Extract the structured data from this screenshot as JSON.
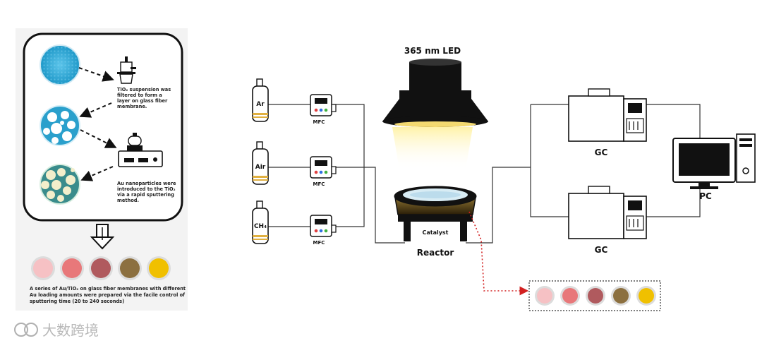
{
  "left_panel": {
    "step1_lines": [
      "TiO₂ suspension was",
      "filtered to form a",
      "layer on glass fiber",
      "membrane."
    ],
    "step2_lines": [
      "Au nanoparticles were",
      "introduced to the TiO₂",
      "via a rapid sputtering",
      "method."
    ],
    "caption_lines": [
      "A series of Au/TiO₂ on glass fiber membranes with different",
      "Au loading amounts were prepared via the facile control of",
      "sputtering time (20 to 240 seconds)"
    ],
    "sample_colors": [
      "#f6c1c4",
      "#e8787a",
      "#b05a5e",
      "#8c7040",
      "#f0c000"
    ]
  },
  "gas_lines": [
    {
      "gas": "Ar",
      "mfc": "MFC"
    },
    {
      "gas": "Air",
      "mfc": "MFC"
    },
    {
      "gas": "CH₄",
      "mfc": "MFC"
    }
  ],
  "lamp": {
    "label": "365 nm LED",
    "light_color": "#fff2a8"
  },
  "reactor": {
    "label": "Reactor",
    "inner_label": "Catalyst"
  },
  "gc_units": [
    {
      "label": "GC"
    },
    {
      "label": "GC"
    }
  ],
  "pc": {
    "label": "PC"
  },
  "samples_box": {
    "colors": [
      "#f6c1c4",
      "#e8787a",
      "#b05a5e",
      "#8c7040",
      "#f0c000"
    ]
  },
  "watermark": "大数跨境",
  "colors": {
    "membrane_blue": "#2aa8d8",
    "arrow_red": "#d22020",
    "outline": "#111111"
  }
}
